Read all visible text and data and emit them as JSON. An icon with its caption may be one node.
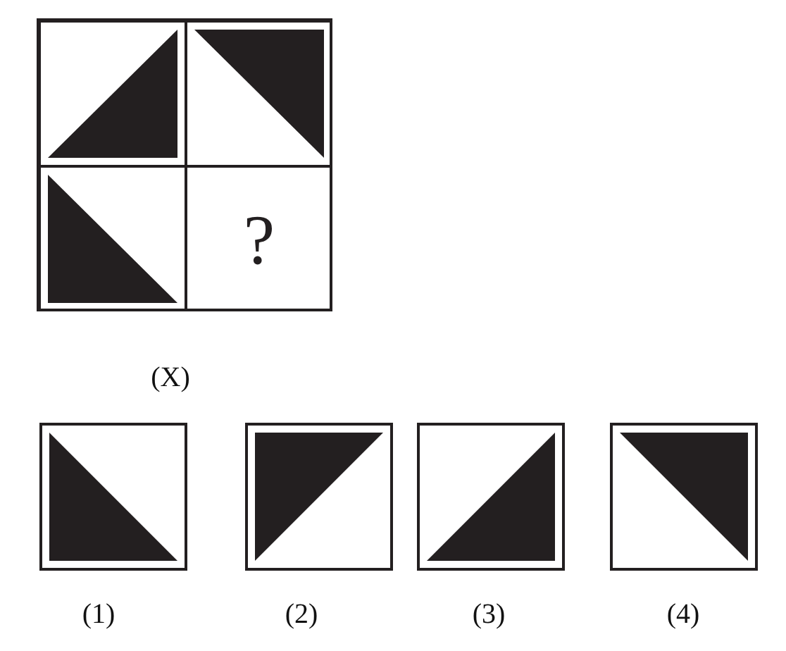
{
  "diagram": {
    "nodes": [
      {
        "text": [],
        "shape": "box"
      },
      {
        "text": [],
        "shape": "box",
        "in": 0
      },
      {
        "text": [],
        "shape": "box",
        "in": 0
      },
      {
        "text": [],
        "shape": "box",
        "in": 0
      },
      {
        "text": [
          "?"
        ],
        "in": 0
      },
      {
        "text": [],
        "shape": "box",
        "beside": [
          "(1)"
        ]
      },
      {
        "text": [],
        "shape": "box",
        "beside": [
          "(2)"
        ]
      },
      {
        "text": [],
        "shape": "box",
        "beside": [
          "(3)"
        ]
      },
      {
        "text": [],
        "shape": "box",
        "beside": [
          "(4)"
        ]
      }
    ],
    "labels": [
      "(X)"
    ]
  }
}
